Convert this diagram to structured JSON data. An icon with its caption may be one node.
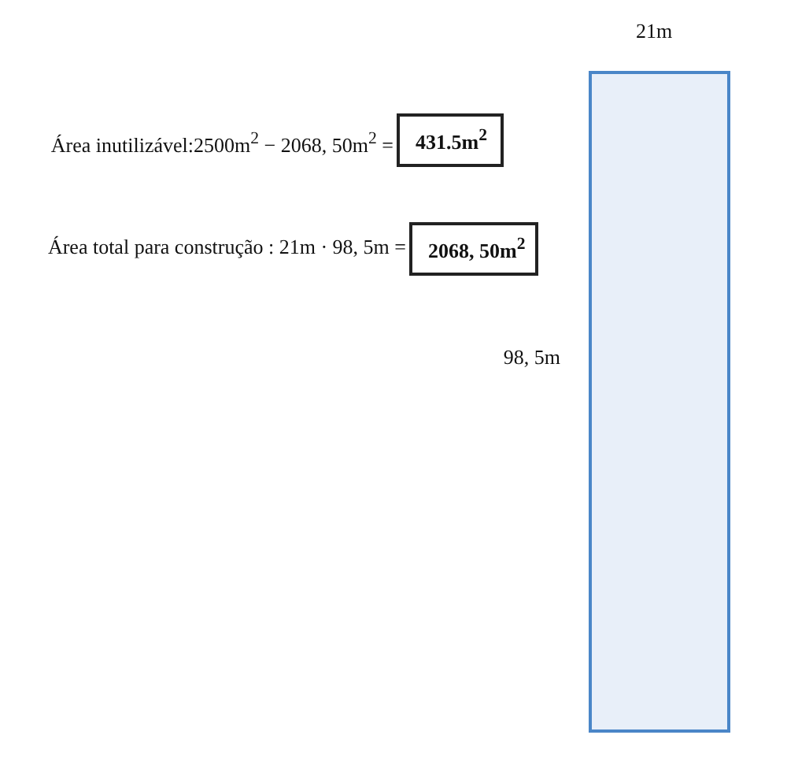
{
  "diagram": {
    "nodes": [
      {
        "text": [
          "431.5m$^{2}$"
        ],
        "beside": [
          "Área inutilizável:2500m$^{2}$ − 2068, 50m$^{2}$ ="
        ]
      },
      {
        "text": [
          "2068, 50m$^{2}$"
        ],
        "beside": [
          "Área total para construção : 21m · 98, 5m ="
        ]
      },
      {
        "text": [],
        "shape": "box"
      }
    ],
    "labels": [
      "21m",
      "98, 5m"
    ]
  }
}
